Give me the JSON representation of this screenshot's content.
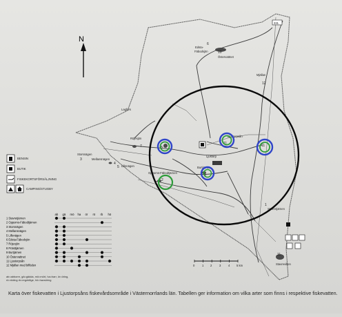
{
  "north_label": "N",
  "places": {
    "edsta": "Edsta-",
    "edsta2": "Fäbodsjön",
    "ostervattnet": "Östervattnet",
    "mjallan": "Mjällan",
    "lagfors": "Lagfors",
    "rojesjon": "Röjesjön",
    "storsnagen": "Storsnägen",
    "mellansnagen": "Mellansnägen",
    "lillsnagen": "Lillsnägen",
    "opponsfabod": "Oppoms-Fäbodtjärnen",
    "ljustorpsan": "Ljustorpsån",
    "ljustorp": "Ljustorp",
    "burtjarnen": "Burtjärnen",
    "stavretjarnen": "Stavretjärnen",
    "stavreviken": "Stavreviken"
  },
  "map_numbers": {
    "n10": "10",
    "n12": "12",
    "n11a": "11",
    "n11b": "11",
    "n11c": "11",
    "n9": "9",
    "n7": "7",
    "n4": "4",
    "n5": "5",
    "n2": "2",
    "n3": "3",
    "n1": "1",
    "n6": "6",
    "n8": "8",
    "road331": "331"
  },
  "legend": {
    "bensin": "BENSIN",
    "butik": "BUTIK",
    "fiskekort": "FISKEKORTSFÖRSÄLJNING",
    "camping": "CAMPING/STUGBY"
  },
  "scale": {
    "ticks": [
      "0",
      "1",
      "2",
      "3",
      "4",
      "5 km"
    ]
  },
  "table": {
    "columns": [
      "ab",
      "gä",
      "mö",
      "ha",
      "ör",
      "rö",
      "rb",
      "hö"
    ],
    "rows": [
      {
        "label": "1 Stavretjärnen",
        "marks": [
          1,
          1,
          0,
          0,
          0,
          0,
          0,
          0
        ]
      },
      {
        "label": "2 Oppoms-Fäbodtjärnen",
        "marks": [
          0,
          0,
          0,
          0,
          0,
          0,
          1,
          0
        ]
      },
      {
        "label": "3 Storsnägen",
        "marks": [
          1,
          1,
          0,
          0,
          0,
          0,
          0,
          0
        ]
      },
      {
        "label": "4 Mellansnägen",
        "marks": [
          1,
          1,
          0,
          0,
          0,
          0,
          0,
          0
        ]
      },
      {
        "label": "5 Lillsnägen",
        "marks": [
          1,
          1,
          0,
          0,
          0,
          0,
          0,
          0
        ]
      },
      {
        "label": "6 Edsta-Fäbodsjön",
        "marks": [
          1,
          1,
          0,
          0,
          1,
          0,
          0,
          0
        ]
      },
      {
        "label": "7 Röjesjön",
        "marks": [
          1,
          1,
          0,
          0,
          0,
          0,
          0,
          0
        ]
      },
      {
        "label": "8 Prästtjärnen",
        "marks": [
          1,
          0,
          1,
          0,
          0,
          0,
          0,
          0
        ]
      },
      {
        "label": "9 Burtjärnen",
        "marks": [
          1,
          1,
          0,
          0,
          1,
          0,
          1,
          0
        ]
      },
      {
        "label": "10 Östervattnet",
        "marks": [
          1,
          1,
          0,
          1,
          0,
          0,
          1,
          0
        ]
      },
      {
        "label": "11 Ljustorpsån",
        "marks": [
          1,
          1,
          1,
          1,
          1,
          0,
          0,
          1
        ]
      },
      {
        "label": "12 Mjällan med biflöden",
        "marks": [
          0,
          0,
          0,
          1,
          1,
          0,
          0,
          0
        ]
      }
    ]
  },
  "abbreviations": "ab=abborre, gä=gädda, mö=mört, ha=harr, ör=öring, rö=röding rb=regnbåge, hö=havsöring",
  "caption": "Karta över fiskevatten i Ljustorpsåns fiskevårdsområde i Västernorrlands län. Tabellen ger information om vilka arter som finns i respektive fiskevatten."
}
